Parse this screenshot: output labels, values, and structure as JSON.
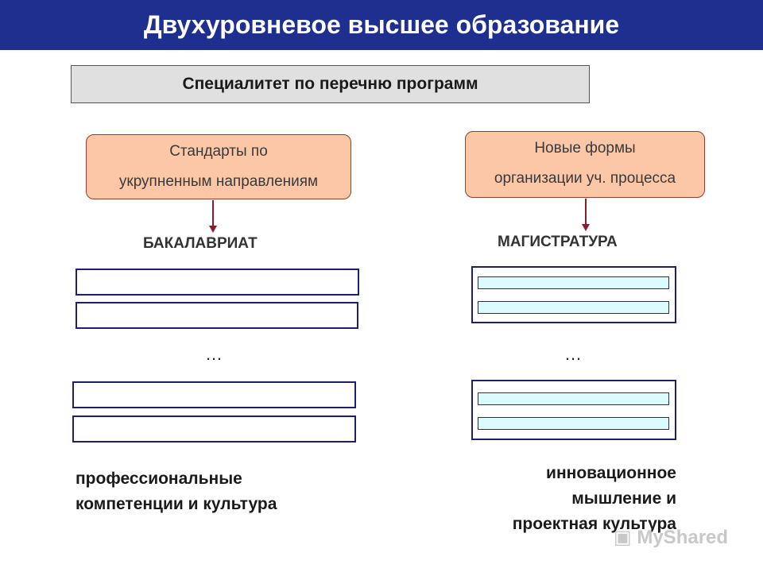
{
  "title": "Двухуровневое высшее образование",
  "subheader": "Специалитет по перечню программ",
  "left": {
    "pill_lines": [
      "Стандарты по",
      "укрупненным направлениям"
    ],
    "heading": "БАКАЛАВРИАТ",
    "ellipsis": "…",
    "caption_lines": [
      "профессиональные",
      "компетенции и культура"
    ]
  },
  "right": {
    "pill_lines": [
      "Новые формы",
      "организации уч. процесса"
    ],
    "heading": "МАГИСТРАТУРА",
    "ellipsis": "…",
    "caption_lines": [
      "инновационное",
      "мышление и",
      "проектная культура"
    ]
  },
  "watermark": "MyShared",
  "colors": {
    "banner": "#1f2f8f",
    "pill_fill": "#fbc7a7",
    "arrow": "#8b1a2a",
    "box_border": "#1f1f6e",
    "bar_fill": "#dcfbff"
  }
}
